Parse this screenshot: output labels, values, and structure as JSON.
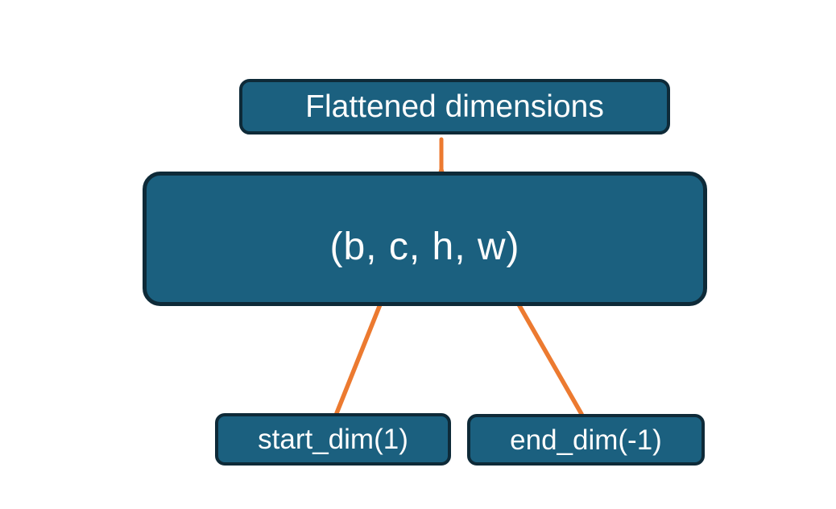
{
  "diagram": {
    "title_box": {
      "label": "Flattened dimensions"
    },
    "tensor_box": {
      "label": "(b, c, h, w)"
    },
    "start_dim_box": {
      "label": "start_dim(1)"
    },
    "end_dim_box": {
      "label": "end_dim(-1)"
    },
    "connectors": {
      "brace": "brace grouping dims c,h,w up to Flattened dimensions box",
      "start_dim_arrow": "arrow from start_dim(1) box to dim c",
      "end_dim_arrow": "arrow from end_dim(-1) box to dim w"
    },
    "colors": {
      "box_fill": "#1B607F",
      "box_border": "#0E2A38",
      "connector": "#EC7A30",
      "text_color": "#FDFDFD",
      "canvas_bg": "#FFFFFF"
    }
  }
}
